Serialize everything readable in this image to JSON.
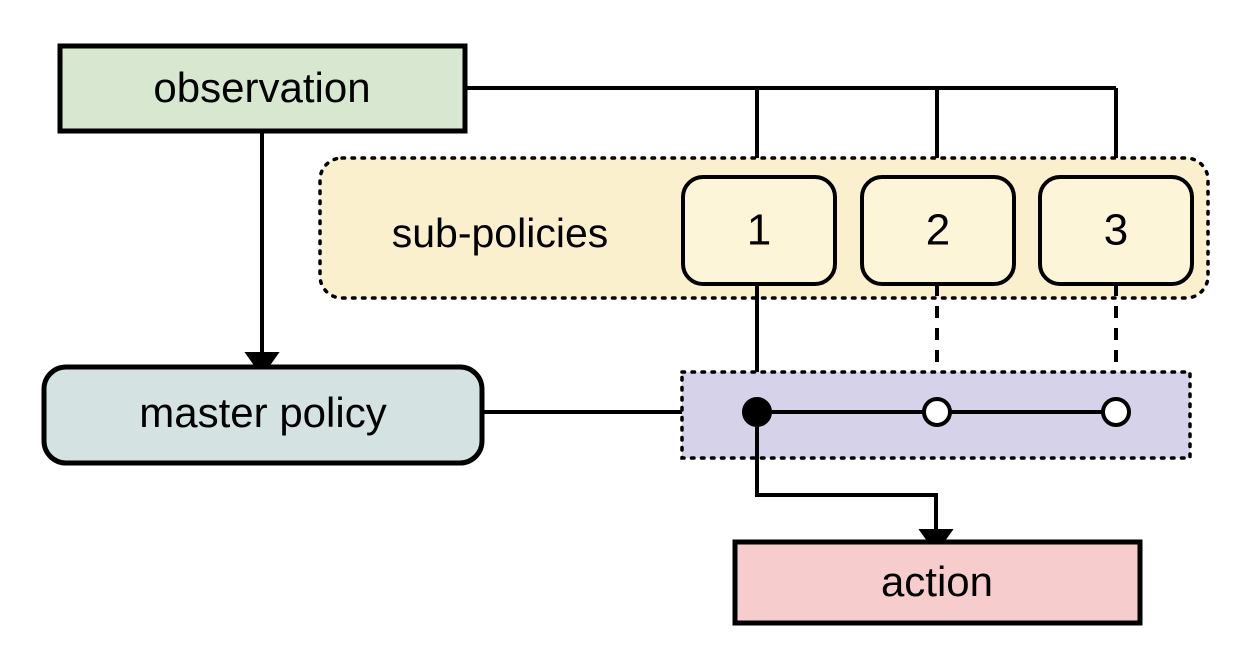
{
  "diagram": {
    "title": "hierarchical policy diagram",
    "colors": {
      "observation_fill": "#d8e8d0",
      "observation_stroke": "#000000",
      "subpolicies_container_fill": "#fbf0cd",
      "subpolicies_container_stroke": "#000000",
      "subpolicy_box_fill": "#fdf5d8",
      "subpolicy_box_stroke": "#000000",
      "master_policy_fill": "#d4e2e2",
      "master_policy_stroke": "#000000",
      "selector_fill": "#d5d2ea",
      "selector_stroke": "#000000",
      "action_fill": "#f6cccc",
      "action_stroke": "#000000",
      "edge_color": "#000000",
      "background": "#ffffff"
    },
    "nodes": {
      "observation": {
        "label": "observation"
      },
      "subpolicies_group": {
        "label": "sub-policies"
      },
      "subpolicy_1": {
        "label": "1"
      },
      "subpolicy_2": {
        "label": "2"
      },
      "subpolicy_3": {
        "label": "3"
      },
      "master_policy": {
        "label": "master policy"
      },
      "action": {
        "label": "action"
      }
    },
    "selector": {
      "options": [
        {
          "label": "1",
          "selected": true
        },
        {
          "label": "2",
          "selected": false
        },
        {
          "label": "3",
          "selected": false
        }
      ],
      "selected_index": 0
    },
    "edges": [
      {
        "from": "observation",
        "to": "subpolicy_1",
        "style": "solid",
        "arrow": true
      },
      {
        "from": "observation",
        "to": "subpolicy_2",
        "style": "solid",
        "arrow": true
      },
      {
        "from": "observation",
        "to": "subpolicy_3",
        "style": "solid",
        "arrow": true
      },
      {
        "from": "observation",
        "to": "master_policy",
        "style": "solid",
        "arrow": true
      },
      {
        "from": "subpolicy_1",
        "to": "selector_option_1",
        "style": "solid",
        "arrow": false
      },
      {
        "from": "subpolicy_2",
        "to": "selector_option_2",
        "style": "dashed",
        "arrow": false
      },
      {
        "from": "subpolicy_3",
        "to": "selector_option_3",
        "style": "dashed",
        "arrow": false
      },
      {
        "from": "master_policy",
        "to": "selector",
        "style": "solid",
        "arrow": false
      },
      {
        "from": "selector_option_1",
        "to": "action",
        "style": "solid",
        "arrow": true
      }
    ]
  }
}
